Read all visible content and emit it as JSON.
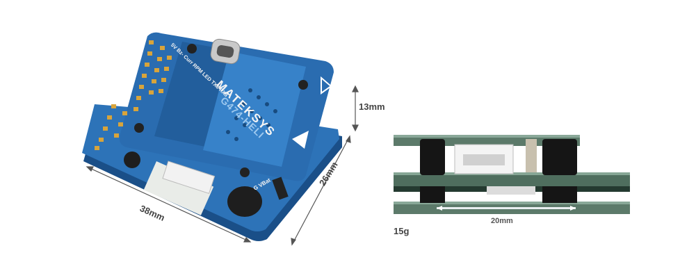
{
  "photo_left": {
    "brand_silkscreen": "MATEKSYS",
    "model_silkscreen": "G474-HELI",
    "pin_labels_top": "5V Bz- Curr RPM LED TX3 RX3",
    "pin_label_gv": "G VBat"
  },
  "dimensions": {
    "length": "38mm",
    "width": "26mm",
    "height": "13mm"
  },
  "photo_right": {
    "mount_spacing": "20mm",
    "weight": "15g"
  },
  "colors": {
    "pcb_blue": "#1f5d9e",
    "pcb_blue_light": "#2d73b8",
    "gold_pad": "#d8a43b",
    "pcb_green_side": "#4b6a5a",
    "background": "#ffffff"
  }
}
